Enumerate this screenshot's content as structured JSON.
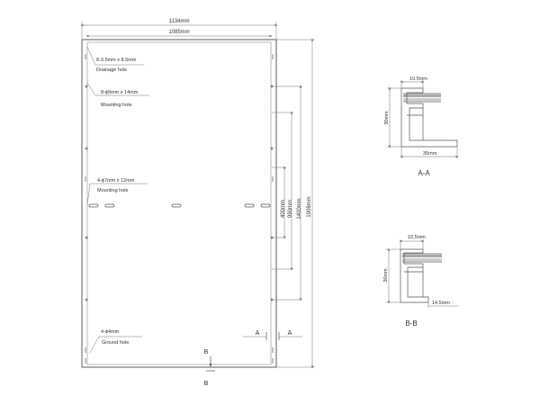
{
  "front_view": {
    "overall_width": "1134mm",
    "frame_width": "1085mm",
    "heights": [
      "400mm",
      "990mm",
      "1400mm",
      "1908mm"
    ],
    "holes": [
      {
        "spec": "8-3.5mm x 8.5mm",
        "label": "Drainage hole"
      },
      {
        "spec": "8-ϕ9mm x 14mm",
        "label": "Mounting hole"
      },
      {
        "spec": "4-ϕ7mm x 12mm",
        "label": "Mounting hole"
      },
      {
        "spec": "4-ϕ4mm",
        "label": "Ground hole"
      }
    ],
    "section_markers": {
      "a": "A",
      "b": "B"
    }
  },
  "section_aa": {
    "title": "A-A",
    "top_dim": "10.5mm",
    "height_dim": "30mm",
    "bottom_dim": "35mm"
  },
  "section_bb": {
    "title": "B-B",
    "top_dim": "10.5mm",
    "height_dim": "30mm",
    "bottom_dim": "14.5mm"
  },
  "colors": {
    "line": "#555555",
    "text": "#333333",
    "accent": "#aaaaaa"
  }
}
